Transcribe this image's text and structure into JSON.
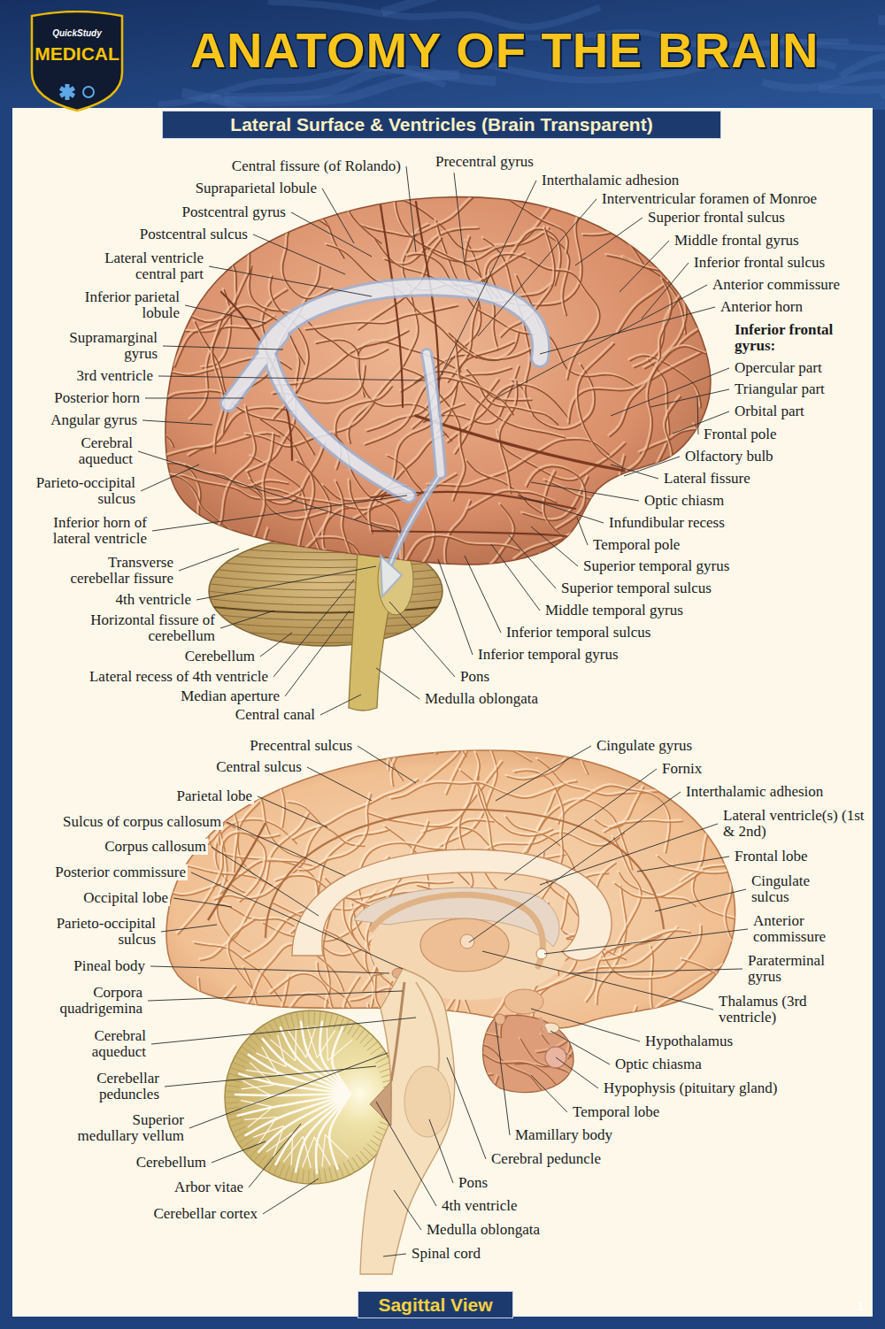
{
  "diagram": {
    "title": "ANATOMY OF THE BRAIN",
    "nodes": [
      {
        "text": [
          "QuickStudy",
          "MEDICAL"
        ]
      },
      {
        "text": [
          "Lateral Surface & Ventricles (Brain Transparent)"
        ]
      },
      {
        "text": [
          "Sagittal View"
        ]
      }
    ],
    "labels": [
      "Central fissure (of Rolando)",
      "Supraparietal lobule",
      "Postcentral gyrus",
      "Postcentral sulcus",
      "Lateral ventricle central part",
      "Inferior parietal lobule",
      "Supramarginal gyrus",
      "3rd ventricle",
      "Posterior horn",
      "Angular gyrus",
      "Cerebral aqueduct",
      "Parieto-occipital sulcus",
      "Inferior horn of lateral ventricle",
      "Transverse cerebellar fissure",
      "4th ventricle",
      "Horizontal fissure of cerebellum",
      "Cerebellum",
      "Lateral recess of 4th ventricle",
      "Median aperture",
      "Central canal",
      "Precentral gyrus",
      "Interthalamic adhesion",
      "Interventricular foramen of Monroe",
      "Superior frontal sulcus",
      "Middle frontal gyrus",
      "Inferior frontal sulcus",
      "Anterior commissure",
      "Anterior horn",
      "Inferior frontal gyrus:",
      "Opercular part",
      "Triangular part",
      "Orbital part",
      "Frontal pole",
      "Olfactory bulb",
      "Lateral fissure",
      "Optic chiasm",
      "Infundibular recess",
      "Temporal pole",
      "Superior temporal gyrus",
      "Superior temporal sulcus",
      "Middle temporal gyrus",
      "Inferior temporal sulcus",
      "Inferior temporal gyrus",
      "Pons",
      "Medulla oblongata",
      "Precentral sulcus",
      "Central sulcus",
      "Parietal lobe",
      "Sulcus of corpus callosum",
      "Corpus callosum",
      "Posterior commissure",
      "Occipital lobe",
      "Parieto-occipital sulcus",
      "Pineal body",
      "Corpora quadrigemina",
      "Cerebral aqueduct",
      "Cerebellar peduncles",
      "Superior medullary vellum",
      "Cerebellum",
      "Arbor vitae",
      "Cerebellar cortex",
      "Cingulate gyrus",
      "Fornix",
      "Interthalamic adhesion",
      "Lateral ventricle(s) (1st & 2nd)",
      "Frontal lobe",
      "Cingulate sulcus",
      "Anterior commissure",
      "Paraterminal gyrus",
      "Thalamus (3rd ventricle)",
      "Hypothalamus",
      "Optic chiasma",
      "Hypophysis (pituitary gland)",
      "Temporal lobe",
      "Mamillary body",
      "Cerebral peduncle",
      "Pons",
      "4th ventricle",
      "Medulla oblongata",
      "Spinal cord",
      "1"
    ]
  }
}
